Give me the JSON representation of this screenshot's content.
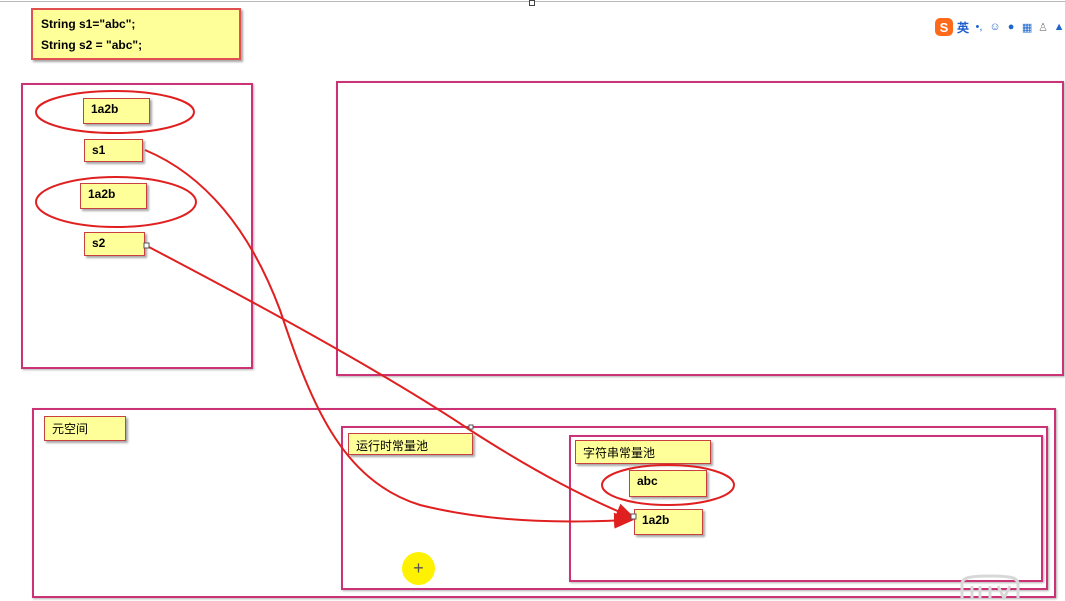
{
  "code_note": {
    "line1": "String s1=\"abc\";",
    "line2": "String s2 = \"abc\";"
  },
  "stack": {
    "obj1": "1a2b",
    "var1": "s1",
    "obj2": "1a2b",
    "var2": "s2"
  },
  "metaspace": {
    "label": "元空间",
    "runtime_pool": {
      "label": "运行时常量池",
      "string_pool": {
        "label": "字符串常量池",
        "entry_value": "abc",
        "entry_address": "1a2b"
      }
    }
  },
  "ime_toolbar": {
    "logo_letter": "S",
    "lang": "英",
    "icons": [
      "punctuation-icon",
      "emoji-icon",
      "microphone-icon",
      "keyboard-icon",
      "user-icon",
      "shirt-icon"
    ]
  },
  "colors": {
    "note_fill": "#ffff99",
    "note_border": "#e05050",
    "region_border": "#cc3377",
    "arrow": "#e02020",
    "ime_logo": "#ff6a1a",
    "cursor_highlight": "#fff200"
  }
}
